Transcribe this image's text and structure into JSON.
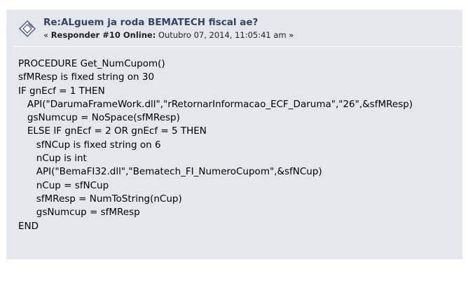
{
  "post": {
    "title": "Re:ALguem ja roda BEMATECH fiscal ae?",
    "meta_prefix": "« ",
    "meta_author": "Responder #10 Online:",
    "meta_date": " Outubro 07, 2014, 11:05:41 am »",
    "code_lines": [
      "PROCEDURE Get_NumCupom()",
      "sfMResp is fixed string on 30",
      "IF gnEcf = 1 THEN",
      "   API(\"DarumaFrameWork.dll\",\"rRetornarInformacao_ECF_Daruma\",\"26\",&sfMResp)",
      "   gsNumcup = NoSpace(sfMResp)",
      "   ELSE IF gnEcf = 2 OR gnEcf = 5 THEN",
      "      sfNCup is fixed string on 6",
      "      nCup is int",
      "      API(\"BemaFI32.dll\",\"Bematech_FI_NumeroCupom\",&sfNCup)",
      "      nCup = sfNCup",
      "      sfMResp = NumToString(nCup)",
      "      gsNumcup = sfMResp",
      "END"
    ]
  },
  "icons": {
    "post_icon": "post-diamond-icon"
  },
  "colors": {
    "post_background": "#e4e7ec",
    "title": "#334466"
  }
}
